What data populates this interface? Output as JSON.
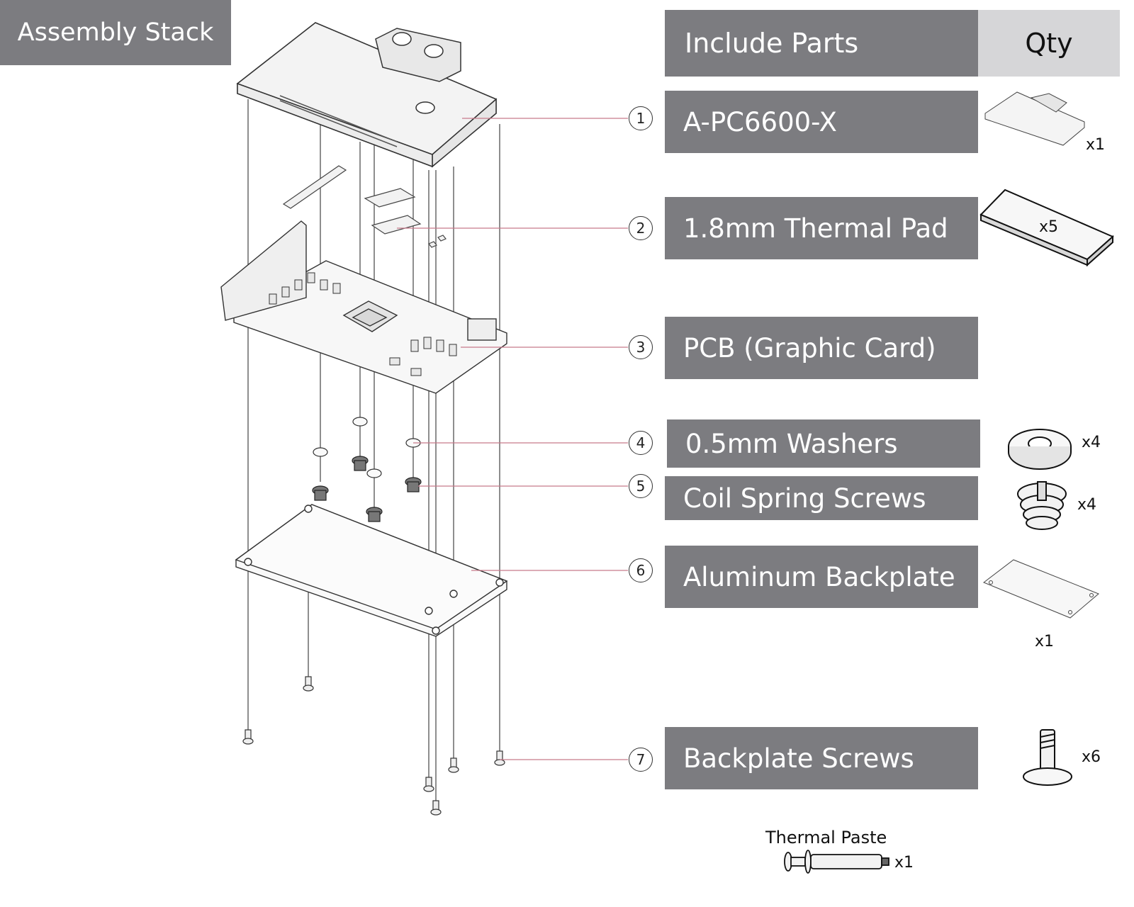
{
  "title": "Assembly Stack",
  "table": {
    "header_parts": "Include Parts",
    "header_qty": "Qty"
  },
  "parts": [
    {
      "number": "1",
      "name": "A-PC6600-X",
      "qty": "x1"
    },
    {
      "number": "2",
      "name": "1.8mm Thermal Pad",
      "qty": "x5"
    },
    {
      "number": "3",
      "name": "PCB (Graphic Card)",
      "qty": ""
    },
    {
      "number": "4",
      "name": "0.5mm Washers",
      "qty": "x4"
    },
    {
      "number": "5",
      "name": "Coil Spring Screws",
      "qty": "x4"
    },
    {
      "number": "6",
      "name": "Aluminum Backplate",
      "qty": "x1"
    },
    {
      "number": "7",
      "name": "Backplate Screws",
      "qty": "x6"
    }
  ],
  "extra": {
    "name": "Thermal Paste",
    "qty": "x1"
  },
  "colors": {
    "label_bg": "#7c7c80",
    "qty_header_bg": "#d6d6d8",
    "leader_line": "#c77a8a"
  }
}
